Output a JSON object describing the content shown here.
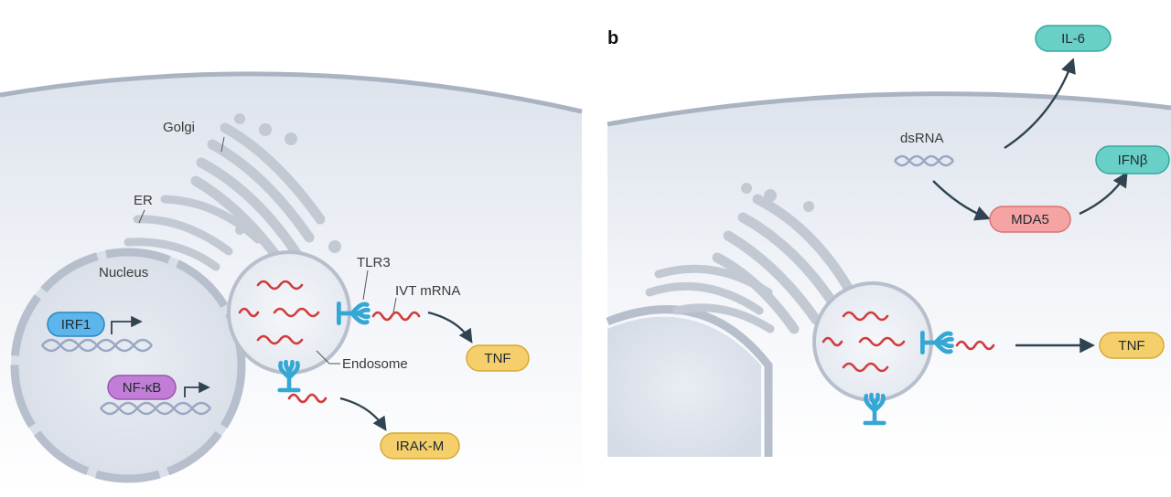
{
  "panel_a": {
    "labels": {
      "golgi": "Golgi",
      "er": "ER",
      "nucleus": "Nucleus",
      "tlr3": "TLR3",
      "ivt_mrna": "IVT mRNA",
      "endosome": "Endosome"
    },
    "nodes": {
      "irf1": "IRF1",
      "nfkb": "NF-κB",
      "tnf": "TNF",
      "irakm": "IRAK-M"
    }
  },
  "panel_b": {
    "letter": "b",
    "labels": {
      "dsrna": "dsRNA"
    },
    "nodes": {
      "il6": "IL-6",
      "ifnb": "IFNβ",
      "mda5": "MDA5",
      "tnf": "TNF"
    }
  },
  "colors": {
    "cytoplasm": "#e9edf3",
    "membrane": "#b8c0cd",
    "organelle": "#c9ced8",
    "nucleus_fill": "#dfe4ec",
    "rna": "#d23b3b",
    "receptor": "#35a7d4",
    "dna": "#9aa7c4",
    "arrow": "#2f4350",
    "tnf_fill": "#f4cf6b",
    "irf1_fill": "#5cb6ec",
    "nfkb_fill": "#c27ed6",
    "il6_fill": "#69d0c8",
    "mda5_fill": "#f5a3a3"
  }
}
